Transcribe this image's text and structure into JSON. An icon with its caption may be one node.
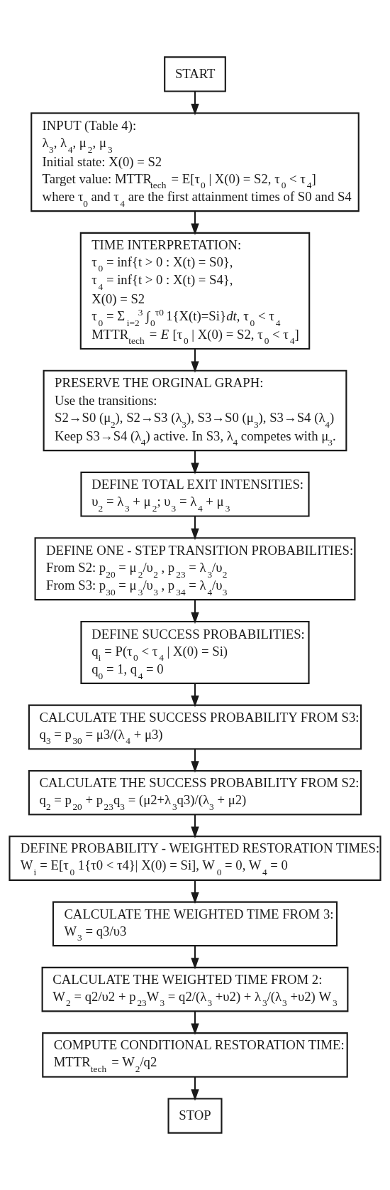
{
  "diagram": {
    "nodes": [
      {
        "text": [
          "START"
        ]
      },
      {
        "text": [
          "INPUT (Table 4):",
          "λ$_{3}$, λ$_{4}$, μ$_{2}$, μ$_{3}$",
          "Initial state: X(0) = S2",
          "Target value: MTTR$_{tech}$ = E[τ$_{0}$ | X(0) = S2, τ$_{0}$ < τ$_{4}$]",
          "where τ$_{0}$ and τ$_{4}$ are the first attainment times of S0 and S4"
        ]
      },
      {
        "text": [
          "TIME INTERPRETATION:",
          "τ$_{0}$ = inf{t > 0 : X(t) = S0},",
          "τ$_{4}$ = inf{t > 0 : X(t) = S4},",
          "X(0) = S2",
          "τ$_{0}$ = Σ$_{i=2}$$^{3}$ ∫$_{0}$$^{τ0}$ 1{X(t)=Si}*dt*, τ$_{0}$ < τ$_{4}$",
          "MTTR$_{tech}$ = *E* [τ$_{0}$ | X(0) = S2, τ$_{0}$ < τ$_{4}$]"
        ]
      },
      {
        "text": [
          "PRESERVE THE ORGINAL GRAPH:",
          "Use the transitions:",
          "S2→S0 (μ$_{2}$), S2→S3 (λ$_{3}$), S3→S0 (μ$_{3}$), S3→S4 (λ$_{4}$)",
          "Keep S3→S4 (λ$_{4}$) active. In S3, λ$_{4}$ competes with μ$_{3}$."
        ]
      },
      {
        "text": [
          "DEFINE TOTAL EXIT INTENSITIES:",
          "υ$_{2}$ = λ$_{3}$ + μ$_{2}$; υ$_{3}$ = λ$_{4}$ + μ$_{3}$"
        ]
      },
      {
        "text": [
          "DEFINE ONE - STEP TRANSITION PROBABILITIES:",
          "From S2: p$_{20}$ = μ$_{2}$/υ$_{2}$ , p$_{23}$ = λ$_{3}$/υ$_{2}$",
          "From S3: p$_{30}$ = μ$_{3}$/υ$_{3}$ , p$_{34}$ = λ$_{4}$/υ$_{3}$"
        ]
      },
      {
        "text": [
          "DEFINE SUCCESS PROBABILITIES:",
          "q$_{i}$ = P(τ$_{0}$ < τ$_{4}$ | X(0) = Si)",
          "q$_{0}$ = 1, q$_{4}$ = 0"
        ]
      },
      {
        "text": [
          "CALCULATE THE SUCCESS PROBABILITY FROM S3:",
          "q$_{3}$ = p$_{30}$ = μ3/(λ$_{4}$ + μ3)"
        ]
      },
      {
        "text": [
          "CALCULATE THE SUCCESS PROBABILITY FROM S2:",
          "q$_{2}$ = p$_{20}$ + p$_{23}$q$_{3}$ = (μ2+λ$_{3}$q3)/(λ$_{3}$ + μ2)"
        ]
      },
      {
        "text": [
          "DEFINE PROBABILITY - WEIGHTED RESTORATION TIMES:",
          "W$_{i}$ = E[τ$_{0}$ 1{τ0 < τ4}| X(0) = Si], W$_{0}$ = 0, W$_{4}$ = 0"
        ]
      },
      {
        "text": [
          "CALCULATE THE WEIGHTED TIME FROM 3:",
          "W$_{3}$ = q3/υ3"
        ]
      },
      {
        "text": [
          "CALCULATE THE WEIGHTED TIME FROM 2:",
          "W$_{2}$ = q2/υ2 + p$_{23}$W$_{3}$ = q2/(λ$_{3}$ +υ2) + λ$_{3}$/(λ$_{3}$ +υ2) W$_{3}$"
        ]
      },
      {
        "text": [
          "COMPUTE CONDITIONAL RESTORATION TIME:",
          "MTTR$_{tech}$ = W$_{2}$/q2"
        ]
      },
      {
        "text": [
          "STOP"
        ]
      }
    ],
    "edges": [
      {
        "from": 0,
        "to": 1,
        "arrow": "to"
      },
      {
        "from": 1,
        "to": 2,
        "arrow": "to"
      },
      {
        "from": 2,
        "to": 3,
        "arrow": "to"
      },
      {
        "from": 3,
        "to": 4,
        "arrow": "to"
      },
      {
        "from": 4,
        "to": 5,
        "arrow": "to"
      },
      {
        "from": 5,
        "to": 6,
        "arrow": "to"
      },
      {
        "from": 6,
        "to": 7,
        "arrow": "to"
      },
      {
        "from": 7,
        "to": 8,
        "arrow": "to"
      },
      {
        "from": 8,
        "to": 9,
        "arrow": "to"
      },
      {
        "from": 9,
        "to": 10,
        "arrow": "to"
      },
      {
        "from": 10,
        "to": 11,
        "arrow": "to"
      },
      {
        "from": 11,
        "to": 12,
        "arrow": "to"
      },
      {
        "from": 12,
        "to": 13,
        "arrow": "to"
      }
    ]
  }
}
